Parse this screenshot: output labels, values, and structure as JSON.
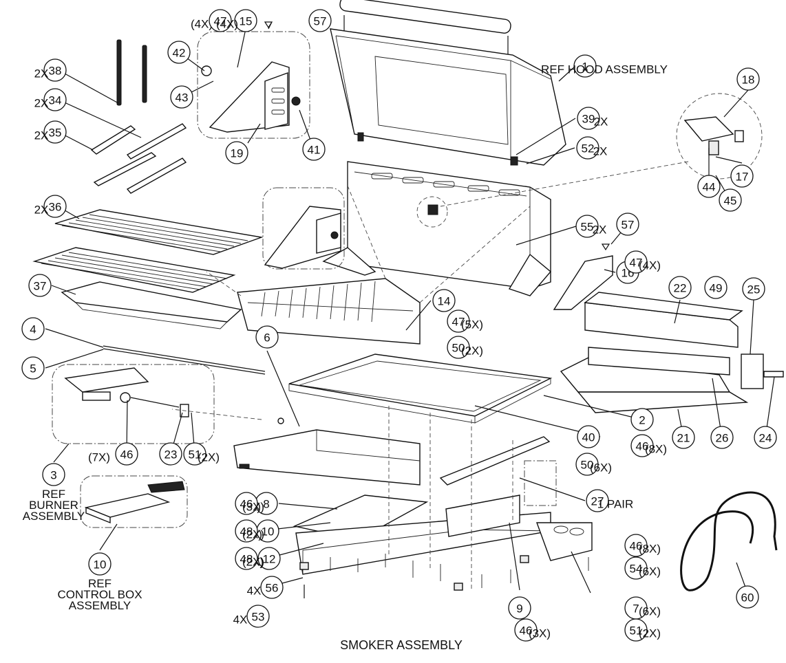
{
  "title": "SMOKER ASSEMBLY",
  "callouts": [
    {
      "num": "1",
      "text": "REF HOOD ASSEMBLY"
    },
    {
      "num": "2"
    },
    {
      "num": "3",
      "text": "REF BURNER ASSEMBLY"
    },
    {
      "num": "4"
    },
    {
      "num": "5"
    },
    {
      "num": "6"
    },
    {
      "num": "7",
      "qty": "(6X)"
    },
    {
      "num": "8",
      "qty": "(3X)"
    },
    {
      "num": "9"
    },
    {
      "num": "10",
      "qty": "(2X)"
    },
    {
      "num": "10",
      "text": "REF CONTROL BOX ASSEMBLY"
    },
    {
      "num": "12",
      "qty": "(2X)"
    },
    {
      "num": "14"
    },
    {
      "num": "15",
      "qty": "(4X)"
    },
    {
      "num": "16"
    },
    {
      "num": "17"
    },
    {
      "num": "18"
    },
    {
      "num": "19"
    },
    {
      "num": "21"
    },
    {
      "num": "22"
    },
    {
      "num": "23"
    },
    {
      "num": "24"
    },
    {
      "num": "25"
    },
    {
      "num": "26"
    },
    {
      "num": "27",
      "text": "1 PAIR"
    },
    {
      "num": "34",
      "qty": "2X"
    },
    {
      "num": "35",
      "qty": "2X"
    },
    {
      "num": "36",
      "qty": "2X"
    },
    {
      "num": "37"
    },
    {
      "num": "38",
      "qty": "2X"
    },
    {
      "num": "39",
      "qty": "2X"
    },
    {
      "num": "40"
    },
    {
      "num": "41"
    },
    {
      "num": "42"
    },
    {
      "num": "43"
    },
    {
      "num": "44"
    },
    {
      "num": "45"
    },
    {
      "num": "46",
      "qty": "(7X)"
    },
    {
      "num": "46",
      "qty": "(8X)"
    },
    {
      "num": "46",
      "qty": "(3X)"
    },
    {
      "num": "46",
      "qty": "(8X)"
    },
    {
      "num": "46",
      "qty": "(3X)"
    },
    {
      "num": "47",
      "qty": "(4X)"
    },
    {
      "num": "47",
      "qty": "(4X)"
    },
    {
      "num": "47",
      "qty": "(5X)"
    },
    {
      "num": "48",
      "qty": "(2X)"
    },
    {
      "num": "48",
      "qty": "(2X)"
    },
    {
      "num": "49"
    },
    {
      "num": "50",
      "qty": "(2X)"
    },
    {
      "num": "50",
      "qty": "(6X)"
    },
    {
      "num": "51",
      "qty": "(2X)"
    },
    {
      "num": "51",
      "qty": "(2X)"
    },
    {
      "num": "52",
      "qty": "2X"
    },
    {
      "num": "53",
      "qty": "4X"
    },
    {
      "num": "54",
      "qty": "(6X)"
    },
    {
      "num": "55",
      "qty": "2X"
    },
    {
      "num": "56",
      "qty": "4X"
    },
    {
      "num": "57"
    },
    {
      "num": "57"
    },
    {
      "num": "60"
    }
  ]
}
